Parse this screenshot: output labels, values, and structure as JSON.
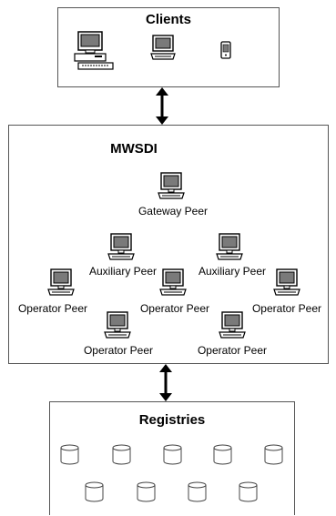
{
  "clients": {
    "title": "Clients"
  },
  "mwsdi": {
    "title": "MWSDI",
    "gateway_label": "Gateway Peer",
    "auxiliary_label_left": "Auxiliary Peer",
    "auxiliary_label_right": "Auxiliary Peer",
    "operator_labels": [
      "Operator Peer",
      "Operator Peer",
      "Operator Peer",
      "Operator Peer",
      "Operator Peer"
    ]
  },
  "registries": {
    "title": "Registries"
  },
  "colors": {
    "border": "#555555",
    "icon_stroke": "#000000",
    "screen_fill": "#7a7a7a",
    "cylinder_fill": "#ffffff"
  }
}
